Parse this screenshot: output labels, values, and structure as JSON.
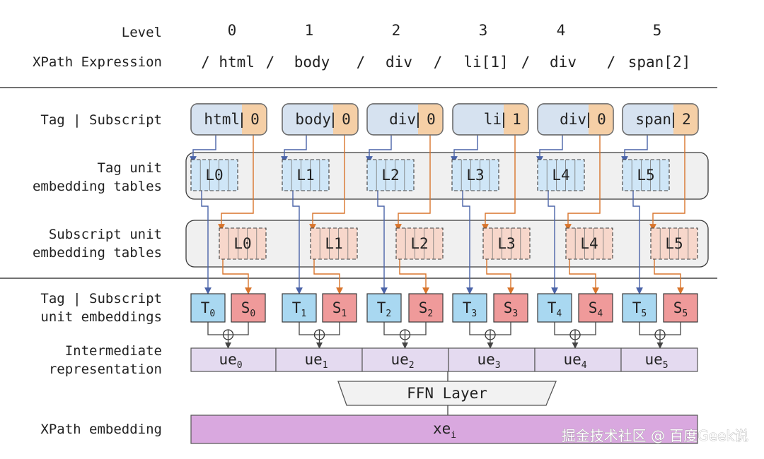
{
  "labels": {
    "level": "Level",
    "xpath_expression": "XPath Expression",
    "tag_subscript": "Tag | Subscript",
    "tag_unit_tables_1": "Tag unit",
    "tag_unit_tables_2": "embedding tables",
    "sub_unit_tables_1": "Subscript unit",
    "sub_unit_tables_2": "embedding tables",
    "unit_emb_1": "Tag | Subscript",
    "unit_emb_2": "unit embeddings",
    "intermediate_1": "Intermediate",
    "intermediate_2": "representation",
    "xpath_embedding": "XPath embedding"
  },
  "levels": [
    "0",
    "1",
    "2",
    "3",
    "4",
    "5"
  ],
  "xpath_parts": [
    "/ html",
    "/",
    "body",
    "/",
    "div",
    "/",
    "li[1]",
    "/",
    "div",
    "/",
    "span[2]"
  ],
  "nodes": [
    {
      "tag": "html",
      "sub": "0",
      "table": "L0",
      "t": "T",
      "s": "S",
      "idx": "0",
      "ue": "ue",
      "ue_idx": "0"
    },
    {
      "tag": "body",
      "sub": "0",
      "table": "L1",
      "t": "T",
      "s": "S",
      "idx": "1",
      "ue": "ue",
      "ue_idx": "1"
    },
    {
      "tag": "div",
      "sub": "0",
      "table": "L2",
      "t": "T",
      "s": "S",
      "idx": "2",
      "ue": "ue",
      "ue_idx": "2"
    },
    {
      "tag": "li",
      "sub": "1",
      "table": "L3",
      "t": "T",
      "s": "S",
      "idx": "3",
      "ue": "ue",
      "ue_idx": "3"
    },
    {
      "tag": "div",
      "sub": "0",
      "table": "L4",
      "t": "T",
      "s": "S",
      "idx": "4",
      "ue": "ue",
      "ue_idx": "4"
    },
    {
      "tag": "span",
      "sub": "2",
      "table": "L5",
      "t": "T",
      "s": "S",
      "idx": "5",
      "ue": "ue",
      "ue_idx": "5"
    }
  ],
  "ffn_label": "FFN Layer",
  "xe_label": "xe",
  "xe_sub": "i",
  "watermark": "掘金技术社区 @ 百度Geek说",
  "colors": {
    "tag_box": "#d6e2f0",
    "sub_box": "#f5cfa6",
    "tag_unit": "#cfe6f7",
    "sub_unit": "#f7d7cb",
    "tag_emb": "#a9d8f1",
    "sub_emb": "#ef9a9a",
    "intermediate": "#e4daf0",
    "xpath_emb": "#d9a8df",
    "tag_arrow": "#4a63a8",
    "sub_arrow": "#d8742c"
  }
}
